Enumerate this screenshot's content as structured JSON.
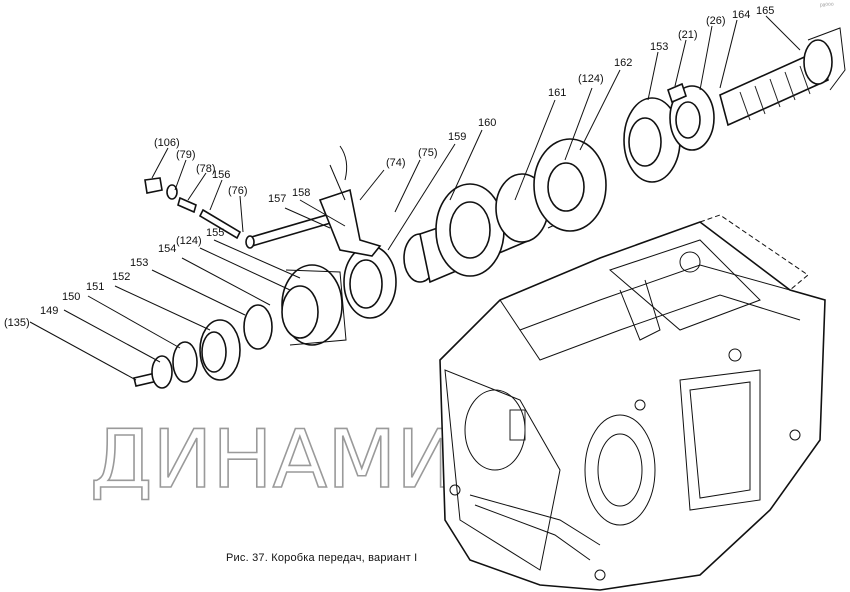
{
  "caption": "Рис. 37. Коробка передач, вариант I",
  "watermark": "ДИНАМИКА 76",
  "corner_mark": "ᵖᵃ⁰⁰⁰",
  "callouts": {
    "c135": "(135)",
    "c149": "149",
    "c150": "150",
    "c151": "151",
    "c152": "152",
    "c153a": "153",
    "c154": "154",
    "c124a": "(124)",
    "c155": "155",
    "c157": "157",
    "c158": "158",
    "c106": "(106)",
    "c79": "(79)",
    "c78": "(78)",
    "c156": "156",
    "c76": "(76)",
    "c74": "(74)",
    "c75": "(75)",
    "c159": "159",
    "c160": "160",
    "c161": "161",
    "c124b": "(124)",
    "c162": "162",
    "c153b": "153",
    "c21": "(21)",
    "c26": "(26)",
    "c164": "164",
    "c165": "165"
  }
}
